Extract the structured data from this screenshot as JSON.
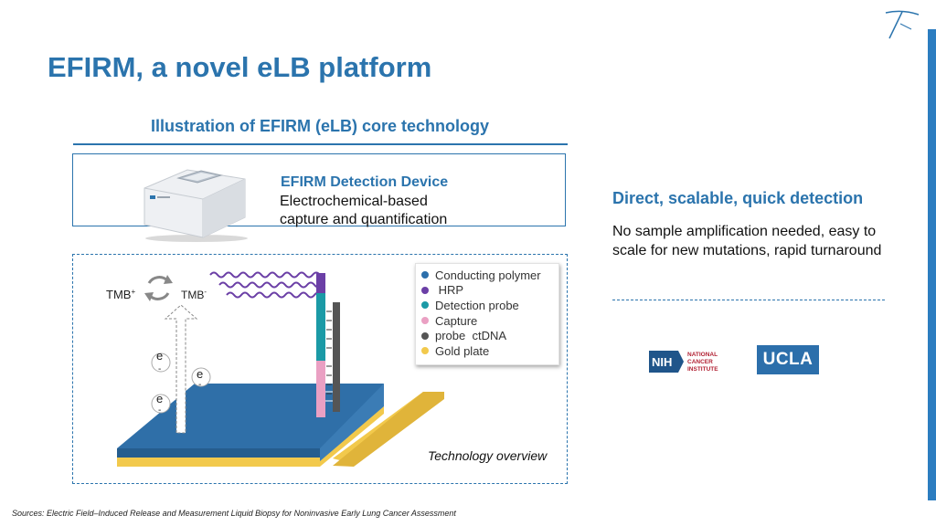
{
  "title": "EFIRM, a novel eLB platform",
  "section_heading": "Illustration of EFIRM (eLB) core technology",
  "device": {
    "title": "EFIRM Detection Device",
    "desc_line1": "Electrochemical-based",
    "desc_line2": "capture and quantification"
  },
  "diagram": {
    "tmb_plus": "TMB",
    "tmb_plus_sup": "+",
    "tmb_minus": "TMB",
    "tmb_minus_sup": "-",
    "electron": "e",
    "electron_sign": "-",
    "caption": "Technology overview"
  },
  "legend": [
    {
      "label": "Conducting polymer",
      "color": "#2c6fab"
    },
    {
      "label": " HRP",
      "color": "#6b3fa6"
    },
    {
      "label": "Detection probe",
      "color": "#1b9aa6"
    },
    {
      "label": "Capture",
      "color": "#eaa0c3"
    },
    {
      "label": "probe  ctDNA",
      "color": "#555555"
    },
    {
      "label": "Gold plate",
      "color": "#f2c94c"
    }
  ],
  "right_panel": {
    "heading": "Direct, scalable, quick detection",
    "desc_line1": "No sample amplification needed, easy to",
    "desc_line2": "scale for new mutations, rapid turnaround"
  },
  "logos": {
    "nih_mark": "NIH",
    "nih_line1": "NATIONAL",
    "nih_line2": "CANCER",
    "nih_line3": "INSTITUTE",
    "ucla": "UCLA"
  },
  "sources": "Sources: Electric Field–Induced Release and Measurement Liquid Biopsy for Noninvasive Early Lung Cancer Assessment",
  "colors": {
    "accent": "#2b74ad",
    "side_bar": "#2c7dc0",
    "plate_blue": "#2f6fa8",
    "gold": "#f2c94c",
    "hrp_purple": "#6b3fa6"
  }
}
